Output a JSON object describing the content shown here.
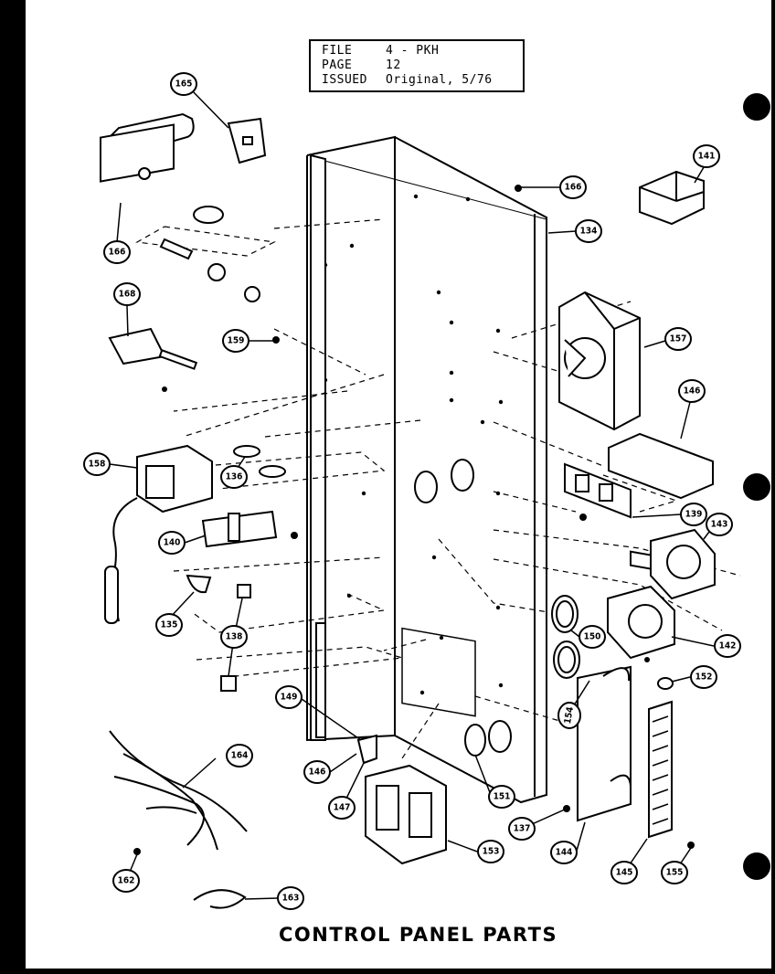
{
  "header": {
    "rows": [
      {
        "label": "FILE",
        "value": "4 - PKH"
      },
      {
        "label": "PAGE",
        "value": "12"
      },
      {
        "label": "ISSUED",
        "value": "Original, 5/76"
      }
    ]
  },
  "caption": "CONTROL PANEL PARTS",
  "callouts": {
    "c165": "165",
    "c166a": "166",
    "c168": "168",
    "c166b": "166",
    "c134": "134",
    "c141": "141",
    "c159": "159",
    "c157": "157",
    "c146a": "146",
    "c158": "158",
    "c136a": "136",
    "c139": "139",
    "c143": "143",
    "c140": "140",
    "c135": "135",
    "c138": "138",
    "c150": "150",
    "c142": "142",
    "c152": "152",
    "c154": "154",
    "c149": "149",
    "c164": "164",
    "c146b": "146",
    "c147": "147",
    "c151": "151",
    "c137": "137",
    "c153": "153",
    "c144": "144",
    "c145": "145",
    "c155": "155",
    "c162": "162",
    "c163": "163"
  }
}
